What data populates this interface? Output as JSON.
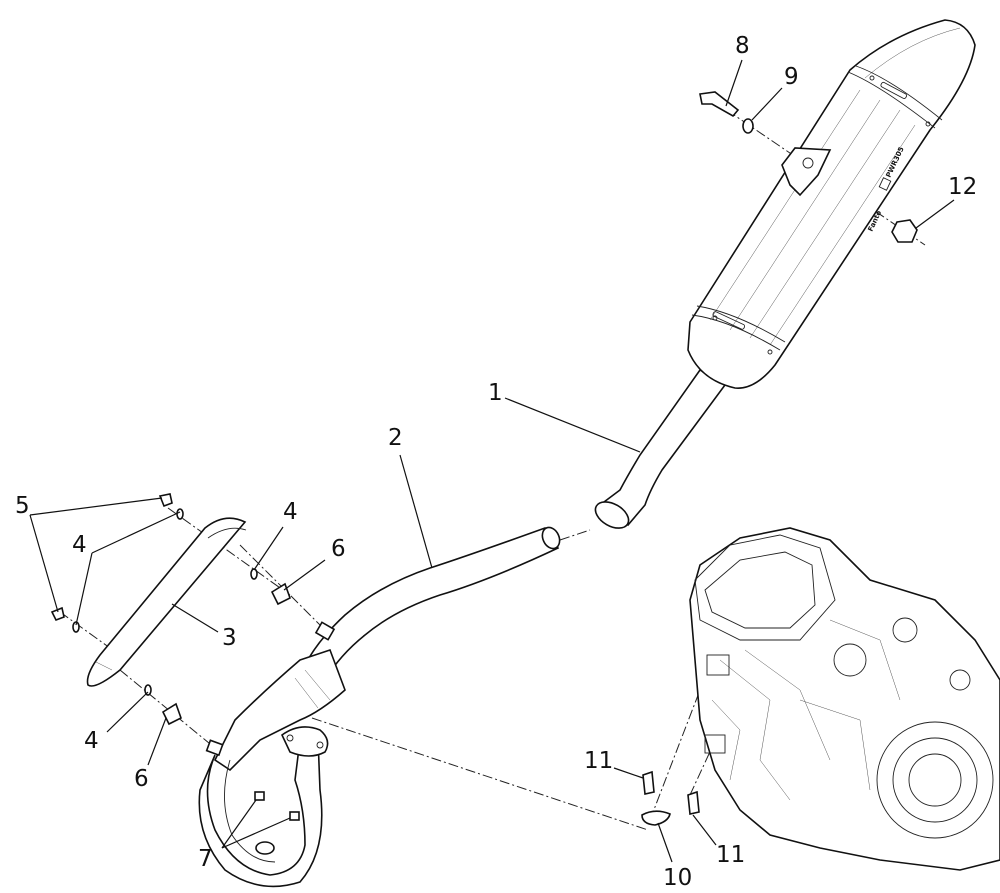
{
  "diagram": {
    "callouts": [
      {
        "id": "c1",
        "label": "1"
      },
      {
        "id": "c2",
        "label": "2"
      },
      {
        "id": "c3",
        "label": "3"
      },
      {
        "id": "c4a",
        "label": "4"
      },
      {
        "id": "c4b",
        "label": "4"
      },
      {
        "id": "c4c",
        "label": "4"
      },
      {
        "id": "c5",
        "label": "5"
      },
      {
        "id": "c6a",
        "label": "6"
      },
      {
        "id": "c6b",
        "label": "6"
      },
      {
        "id": "c7",
        "label": "7"
      },
      {
        "id": "c8",
        "label": "8"
      },
      {
        "id": "c9",
        "label": "9"
      },
      {
        "id": "c10",
        "label": "10"
      },
      {
        "id": "c11a",
        "label": "11"
      },
      {
        "id": "c11b",
        "label": "11"
      },
      {
        "id": "c12",
        "label": "12"
      }
    ],
    "muffler_branding": {
      "text_left": "Fanto",
      "text_right": "PWR305",
      "emblem_icon": "brand-logo-icon"
    },
    "colors": {
      "line": "#111111",
      "background": "#ffffff"
    }
  }
}
